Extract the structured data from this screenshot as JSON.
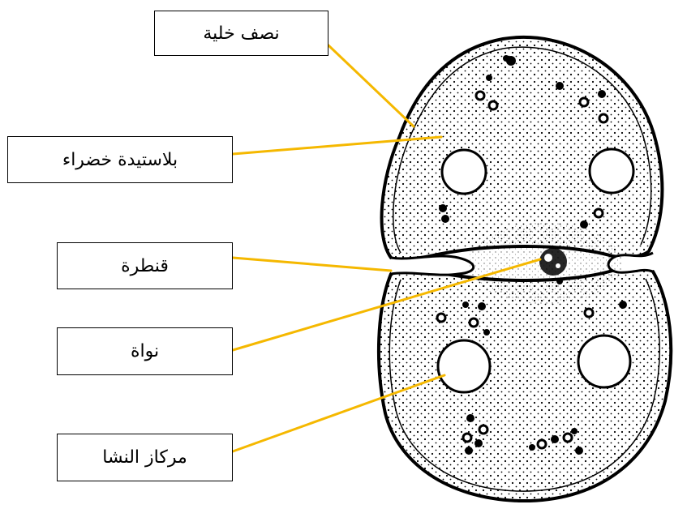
{
  "labels": {
    "half_cell": "نصف خلية",
    "chloroplast": "بلاستيدة خضراء",
    "bridge": "قنطرة",
    "nucleus": "نواة",
    "pyrenoid": "مركاز النشا"
  },
  "colors": {
    "arrow": "#F5B800",
    "outline": "#000000",
    "background": "#FFFFFF"
  }
}
